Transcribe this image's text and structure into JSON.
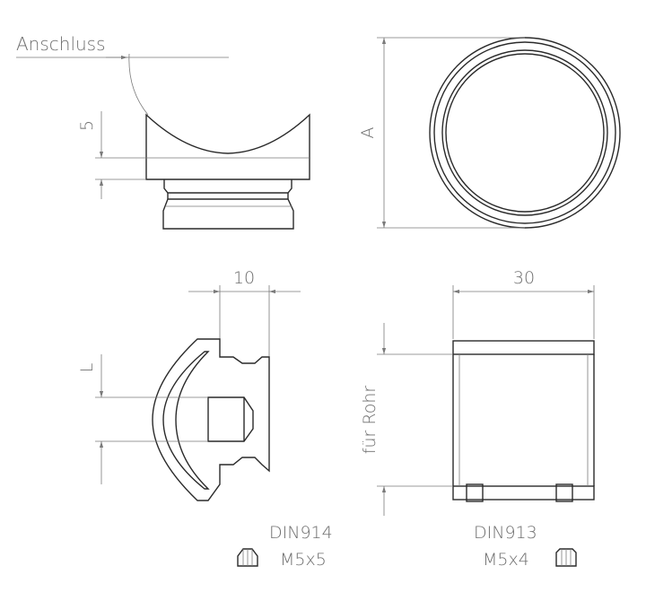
{
  "labels": {
    "anschluss": "Anschluss",
    "dim_5": "5",
    "dim_a": "A",
    "dim_10": "10",
    "dim_30": "30",
    "dim_l": "L",
    "fuer_rohr": "für Rohr"
  },
  "screws": [
    {
      "norm": "DIN914",
      "size": "M5x5"
    },
    {
      "norm": "DIN913",
      "size": "M5x4"
    }
  ],
  "colors": {
    "line": "#2a2a2a",
    "dimension": "#7a7a7a",
    "text": "#6e6e6e"
  }
}
